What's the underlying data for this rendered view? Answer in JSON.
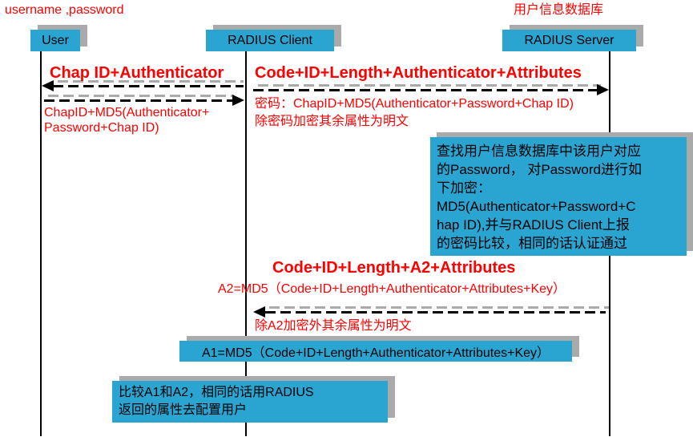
{
  "header": {
    "credentials": "username ,password",
    "database_label": "用户信息数据库"
  },
  "actors": {
    "user": "User",
    "client": "RADIUS Client",
    "server": "RADIUS Server"
  },
  "msg_challenge": {
    "title": "Chap ID+Authenticator",
    "response": "ChapID+MD5(Authenticator+\nPassword+Chap ID)"
  },
  "msg_request": {
    "title": "Code+ID+Length+Authenticator+Attributes",
    "password_note": "密码：ChapID+MD5(Authenticator+Password+Chap ID)",
    "plaintext_note": "除密码加密其余属性为明文"
  },
  "server_process_note": "查找用户信息数据库中该用户对应\n的Password， 对Password进行如\n下加密：\nMD5(Authenticator+Password+C\nhap ID),并与RADIUS Client上报\n的密码比较，相同的话认证通过",
  "msg_accept": {
    "title": "Code+ID+Length+A2+Attributes",
    "a2_note": "A2=MD5（Code+ID+Length+Authenticator+Attributes+Key）",
    "plaintext_note": "除A2加密外其余属性为明文"
  },
  "client_a1_note": "A1=MD5（Code+ID+Length+Authenticator+Attributes+Key）",
  "client_compare_note": "比较A1和A2，相同的话用RADIUS\n返回的属性去配置用户",
  "colors": {
    "box_fill": "#2AA5D2",
    "shadow": "#AAAAAA",
    "accent_red": "#FF0000"
  }
}
